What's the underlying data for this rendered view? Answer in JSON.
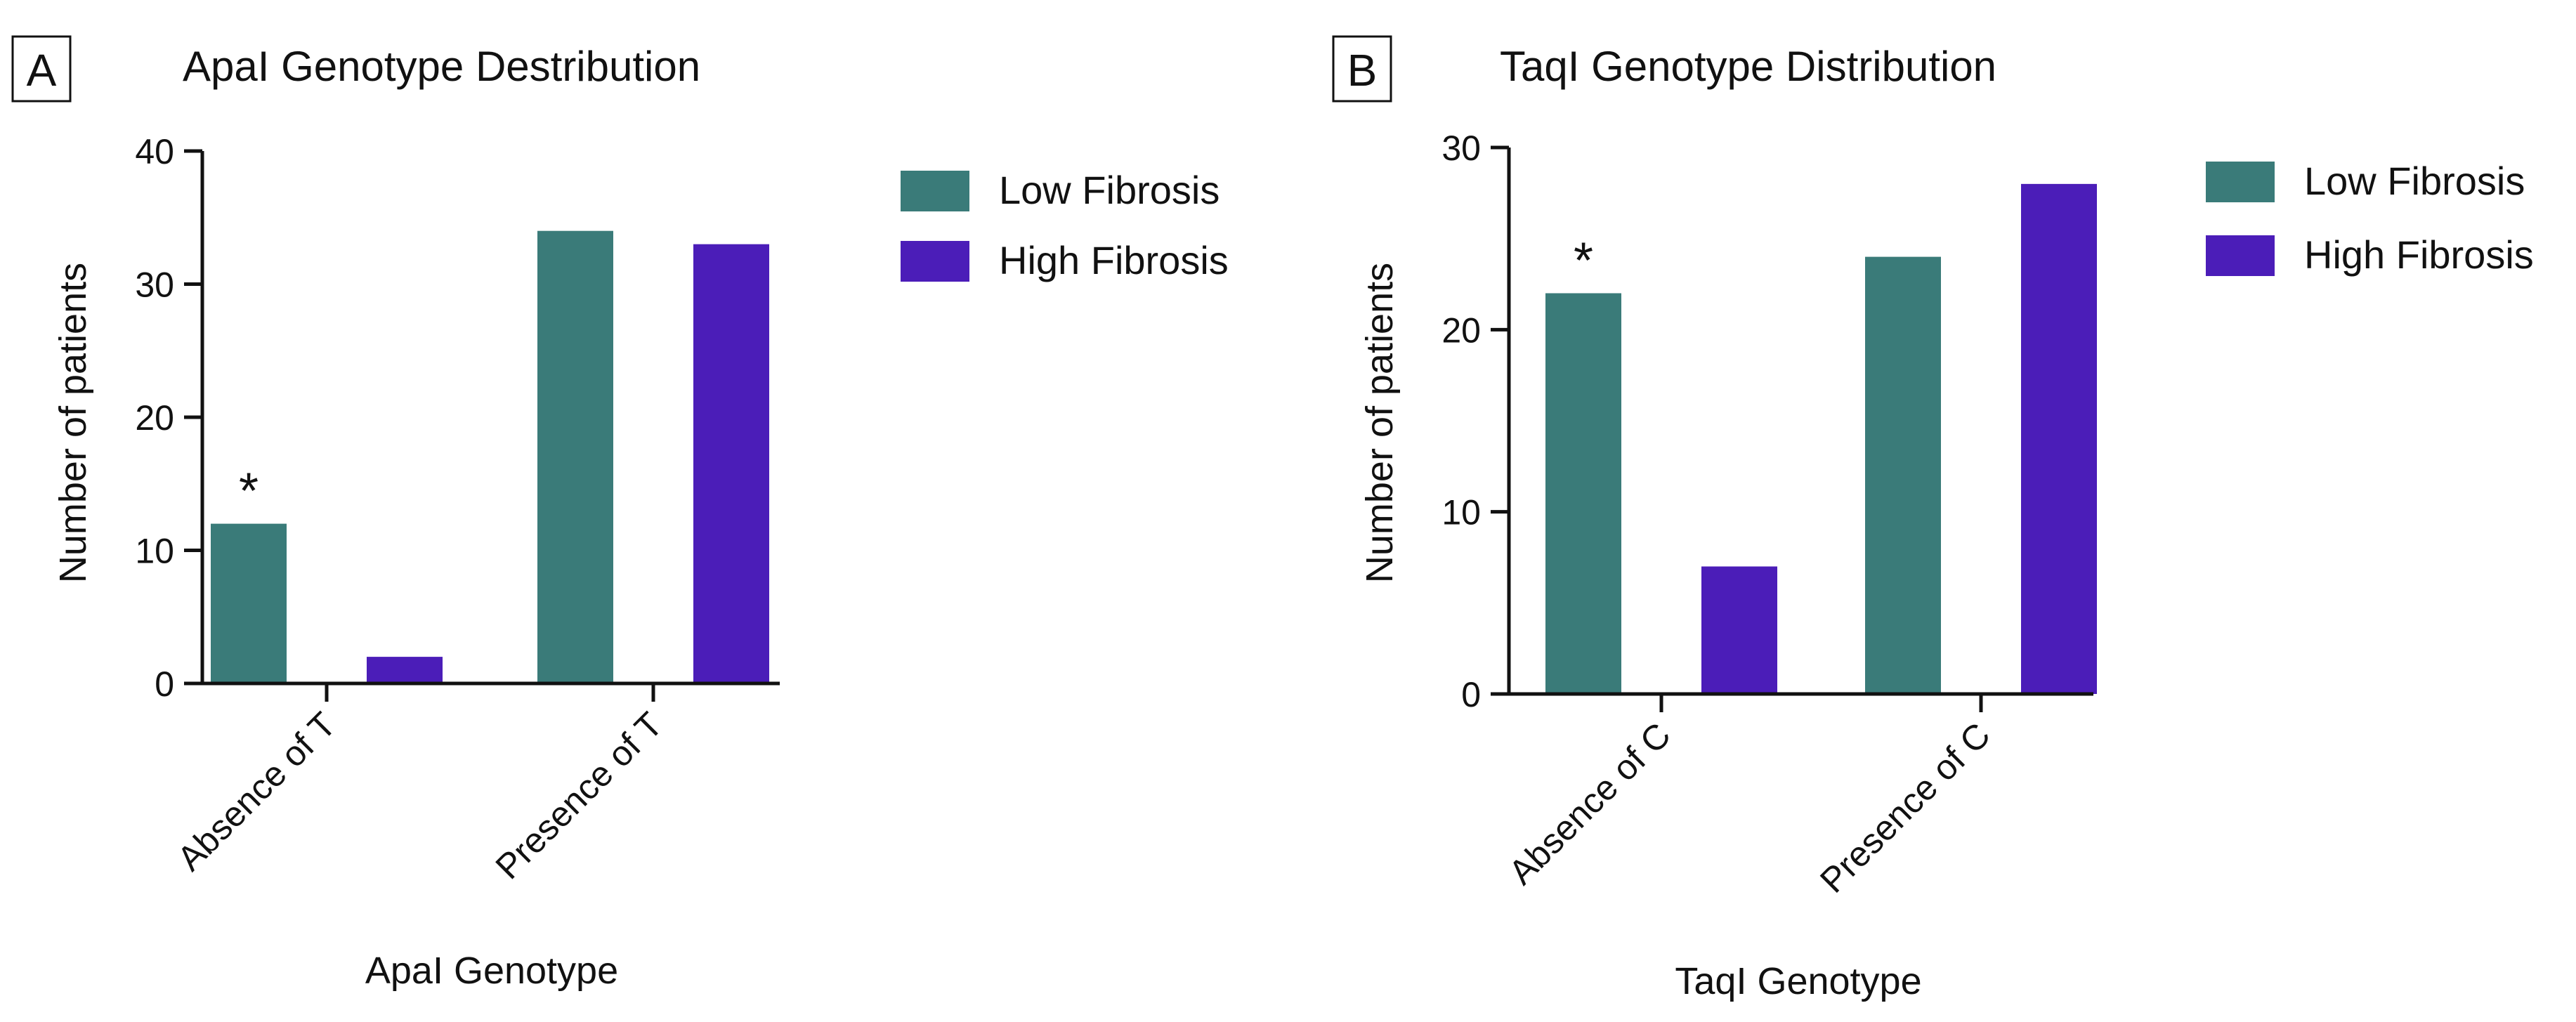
{
  "colors": {
    "low_fibrosis": "#3a7b79",
    "high_fibrosis": "#4b1db8",
    "axis": "#111111"
  },
  "chart_data": [
    {
      "type": "bar",
      "panel": "A",
      "title": "ApaI Genotype Destribution",
      "xlabel": "ApaI Genotype",
      "ylabel": "Number of patients",
      "ylim": [
        0,
        40
      ],
      "yticks": [
        0,
        10,
        20,
        30,
        40
      ],
      "grid": false,
      "legend_position": "top-right",
      "categories": [
        "Absence of T",
        "Presence of T"
      ],
      "series": [
        {
          "name": "Low Fibrosis",
          "values": [
            12,
            34
          ]
        },
        {
          "name": "High Fibrosis",
          "values": [
            2,
            33
          ]
        }
      ],
      "annotations": [
        {
          "text": "*",
          "category": "Absence of T",
          "series": "Low Fibrosis"
        }
      ]
    },
    {
      "type": "bar",
      "panel": "B",
      "title": "TaqI Genotype Distribution",
      "xlabel": "TaqI Genotype",
      "ylabel": "Number of patients",
      "ylim": [
        0,
        30
      ],
      "yticks": [
        0,
        10,
        20,
        30
      ],
      "grid": false,
      "legend_position": "top-right",
      "categories": [
        "Absence of C",
        "Presence of C"
      ],
      "series": [
        {
          "name": "Low Fibrosis",
          "values": [
            22,
            24
          ]
        },
        {
          "name": "High Fibrosis",
          "values": [
            7,
            28
          ]
        }
      ],
      "annotations": [
        {
          "text": "*",
          "category": "Absence of C",
          "series": "Low Fibrosis"
        }
      ]
    }
  ]
}
